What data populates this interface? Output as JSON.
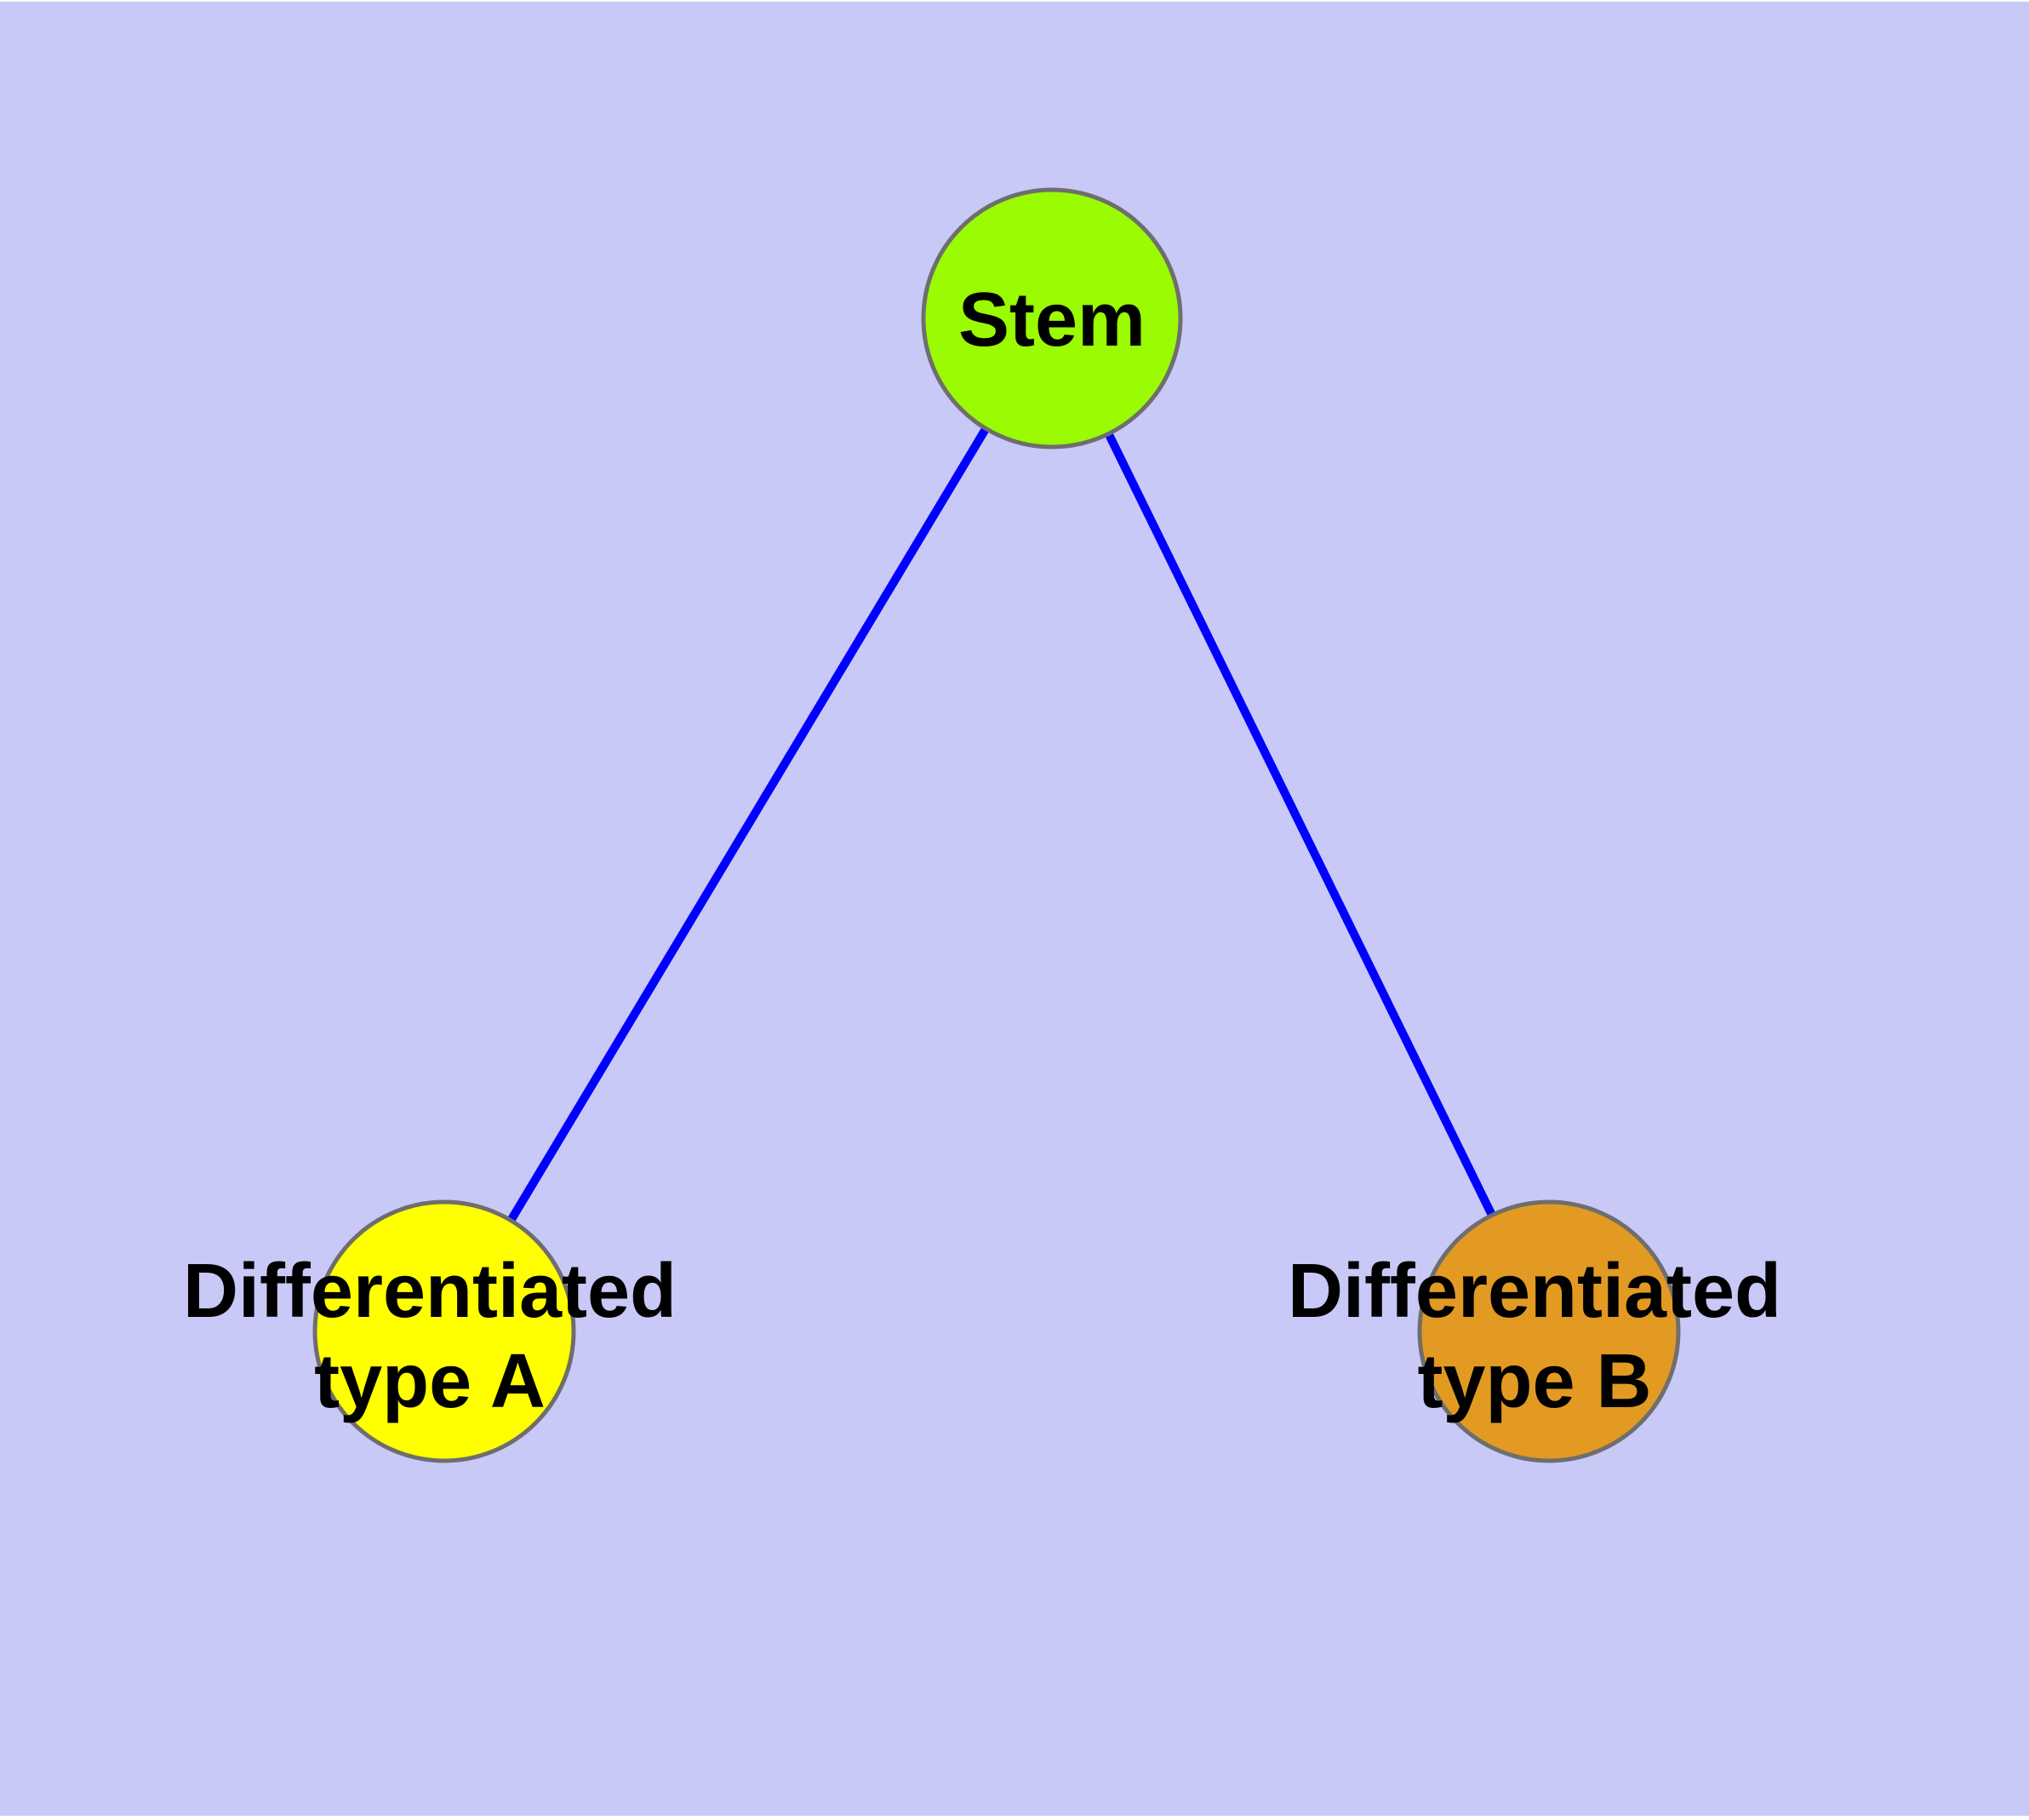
{
  "diagram": {
    "description": "Cell differentiation graph: one stem node linked to two differentiated cell-type nodes",
    "background_color": "#C9C9F7",
    "page_margin_color": "#FFFFFF",
    "edge_color": "#0000FF",
    "node_border_color": "#6E6E6E",
    "label_color": "#000000",
    "nodes": {
      "stem": {
        "label": "Stem",
        "fill": "#9AFB02"
      },
      "type_a": {
        "label_line1": "Differentiated",
        "label_line2": "type A",
        "fill": "#FFFF00"
      },
      "type_b": {
        "label_line1": "Differentiated",
        "label_line2": "type B",
        "fill": "#E29A22"
      }
    },
    "edges": [
      {
        "from": "Stem",
        "to": "Differentiated type A"
      },
      {
        "from": "Stem",
        "to": "Differentiated type B"
      }
    ]
  }
}
